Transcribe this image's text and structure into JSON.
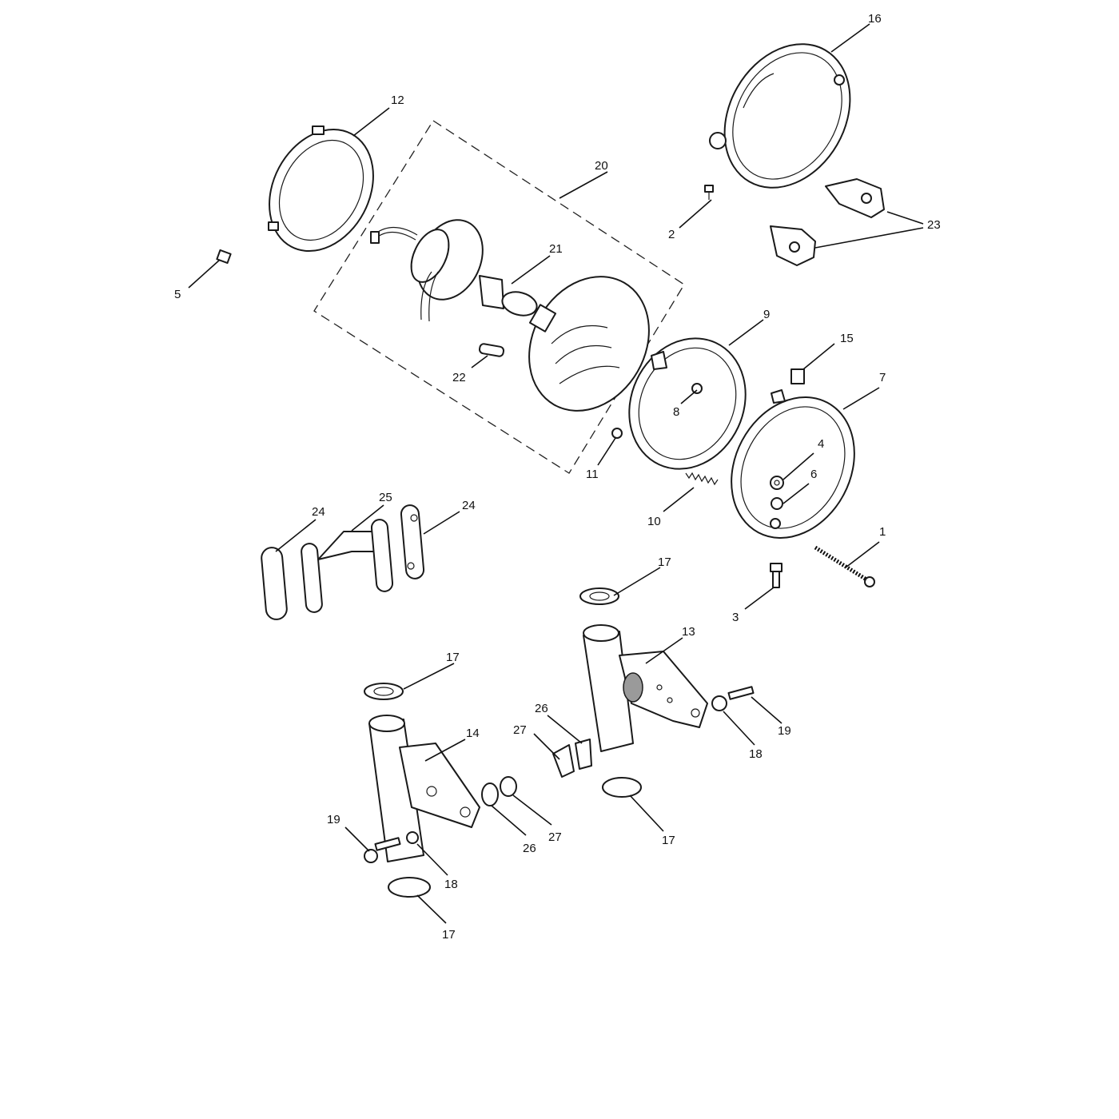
{
  "callouts": [
    {
      "id": "c1",
      "text": "1"
    },
    {
      "id": "c2",
      "text": "2"
    },
    {
      "id": "c3",
      "text": "3"
    },
    {
      "id": "c4",
      "text": "4"
    },
    {
      "id": "c5",
      "text": "5"
    },
    {
      "id": "c6",
      "text": "6"
    },
    {
      "id": "c7",
      "text": "7"
    },
    {
      "id": "c8",
      "text": "8"
    },
    {
      "id": "c9",
      "text": "9"
    },
    {
      "id": "c10",
      "text": "10"
    },
    {
      "id": "c11",
      "text": "11"
    },
    {
      "id": "c12",
      "text": "12"
    },
    {
      "id": "c13",
      "text": "13"
    },
    {
      "id": "c14",
      "text": "14"
    },
    {
      "id": "c15",
      "text": "15"
    },
    {
      "id": "c16",
      "text": "16"
    },
    {
      "id": "c17a",
      "text": "17"
    },
    {
      "id": "c17b",
      "text": "17"
    },
    {
      "id": "c17c",
      "text": "17"
    },
    {
      "id": "c17d",
      "text": "17"
    },
    {
      "id": "c18a",
      "text": "18"
    },
    {
      "id": "c18b",
      "text": "18"
    },
    {
      "id": "c19a",
      "text": "19"
    },
    {
      "id": "c19b",
      "text": "19"
    },
    {
      "id": "c20",
      "text": "20"
    },
    {
      "id": "c21",
      "text": "21"
    },
    {
      "id": "c22",
      "text": "22"
    },
    {
      "id": "c23",
      "text": "23"
    },
    {
      "id": "c24a",
      "text": "24"
    },
    {
      "id": "c24b",
      "text": "24"
    },
    {
      "id": "c25",
      "text": "25"
    },
    {
      "id": "c26a",
      "text": "26"
    },
    {
      "id": "c26b",
      "text": "26"
    },
    {
      "id": "c27a",
      "text": "27"
    },
    {
      "id": "c27b",
      "text": "27"
    }
  ]
}
